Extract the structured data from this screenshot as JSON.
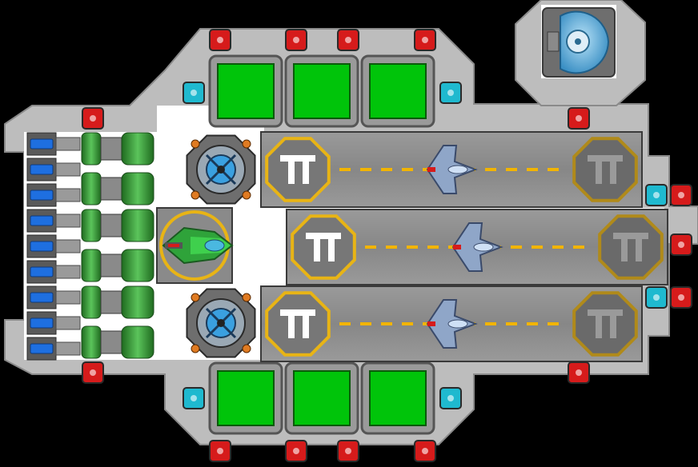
{
  "scene": {
    "kind": "ship-carrier-topdown",
    "colors": {
      "hull_outer": "#bdbdbd",
      "hull_inner": "#ffffff",
      "hull_edge": "#8a8a8a",
      "runway": "#8c8c8c",
      "runway_stripe": "#f2b400",
      "pad_gold": "#e8b415",
      "pad_white": "#ffffff",
      "pad_dark": "#6a6a6a",
      "room_green": "#00c40a",
      "room_frame": "#555555",
      "red_light": "#d61b1b",
      "cyan_light": "#1fb9cf",
      "engine_blue": "#1e6fe0",
      "fuel_green": "#3a9a3a",
      "turret_blue": "#3aa0e0",
      "turret_orange": "#e07b22"
    }
  },
  "runways": [
    {
      "id": "upper",
      "fighter": "blue-fighter"
    },
    {
      "id": "middle",
      "fighter": "blue-fighter"
    },
    {
      "id": "lower",
      "fighter": "blue-fighter"
    }
  ],
  "rooms": {
    "top": [
      "green-room",
      "green-room",
      "green-room"
    ],
    "bottom": [
      "green-room",
      "green-room",
      "green-room"
    ]
  },
  "engines": {
    "count": 9
  },
  "fuel_pods": {
    "count": 6
  },
  "turrets": [
    "turret-upper",
    "turret-lower"
  ],
  "hangar_ship": "green-fighter",
  "corner_turret": "dome-turret"
}
